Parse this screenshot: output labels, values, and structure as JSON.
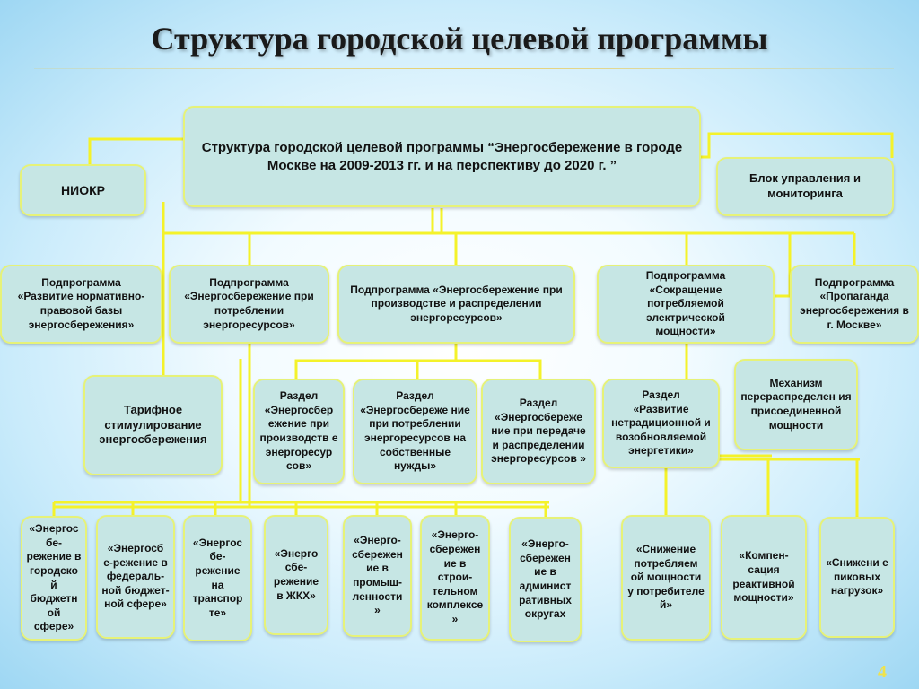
{
  "slide": {
    "title": "Структура городской целевой программы",
    "page_number": "4"
  },
  "nodes": {
    "main": "Структура городской целевой программы “Энергосбережение в городе Москве на 2009-2013 гг. и на перспективу до 2020 г. ”",
    "niokr": "НИОКР",
    "block_control": "Блок управления и мониторинга",
    "sub_legal": "Подпрограмма\n«Развитие нормативно-правовой базы энергосбережения»",
    "sub_consumption": "Подпрограмма «Энергосбережение при потреблении энергоресурсов»",
    "sub_production": "Подпрограмма «Энергосбережение при производстве и распределении энергоресурсов»",
    "sub_power": "Подпрограмма «Сокращение потребляемой электрической мощности»",
    "sub_propaganda": "Подпрограмма\n«Пропаганда энергосбережения в\nг. Москве»",
    "tariff": "Тарифное стимулирование энергосбережения",
    "sec_production": "Раздел\n«Энергосбер ежение при производств е энергоресур сов»",
    "sec_own_needs": "Раздел\n«Энергосбереже ние при потреблении энергоресурсов на собственные нужды»",
    "sec_transfer": "Раздел\n«Энергосбереже ние при передаче и распределении энергоресурсов »",
    "sec_renewable": "Раздел\n«Развитие нетрадиционной и возобновляемой энергетики»",
    "mechanism": "Механизм перераспределен ия присоединенной мощности",
    "leaf_city_budget": "«Энергос бе-режение в городско й бюджетн ой сфере»",
    "leaf_federal": "«Энергосб е-режение в федераль-ной бюджет-ной сфере»",
    "leaf_transport": "«Энергос бе-режение на транспор те»",
    "leaf_housing": "«Энерго сбе-режение в ЖКХ»",
    "leaf_industry": "«Энерго-сбережен ие в промыш-ленности »",
    "leaf_construction": "«Энерго-сбережен ие в строи-тельном комплексе »",
    "leaf_districts": "«Энерго-сбережен ие в админист ративных округах",
    "leaf_reduce_power": "«Снижение потребляем ой мощности у потребителе й»",
    "leaf_compensation": "«Компен-сация реактивной мощности»",
    "leaf_peak": "«Снижени е пиковых нагрузок»"
  }
}
